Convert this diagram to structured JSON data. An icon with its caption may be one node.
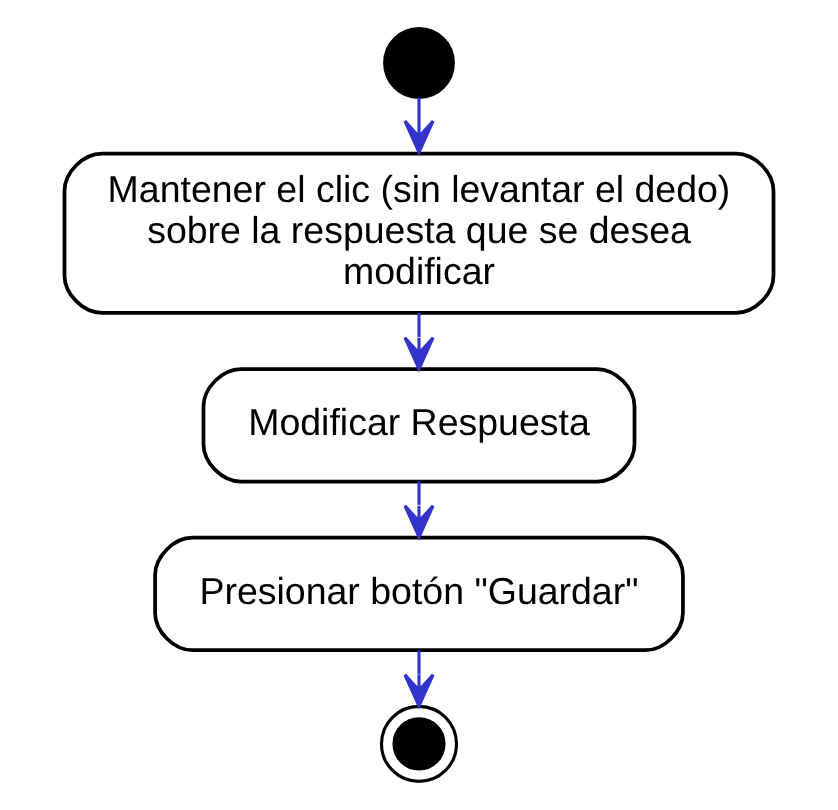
{
  "diagram": {
    "nodes": [
      {
        "text": [],
        "shape": "circle"
      },
      {
        "text": [
          "Mantener el clic (sin levantar el dedo) sobre la respuesta que se desea modificar"
        ]
      },
      {
        "text": [
          "Modificar Respuesta"
        ]
      },
      {
        "text": [
          "Presionar botón \"Guardar\""
        ]
      },
      {
        "text": [],
        "shape": "bullseye"
      }
    ],
    "edges": [
      {
        "from": 0,
        "to": 1,
        "arrow": "to"
      },
      {
        "from": 1,
        "to": 2,
        "arrow": "to"
      },
      {
        "from": 2,
        "to": 3,
        "arrow": "to"
      },
      {
        "from": 3,
        "to": 4,
        "arrow": "to"
      }
    ]
  }
}
